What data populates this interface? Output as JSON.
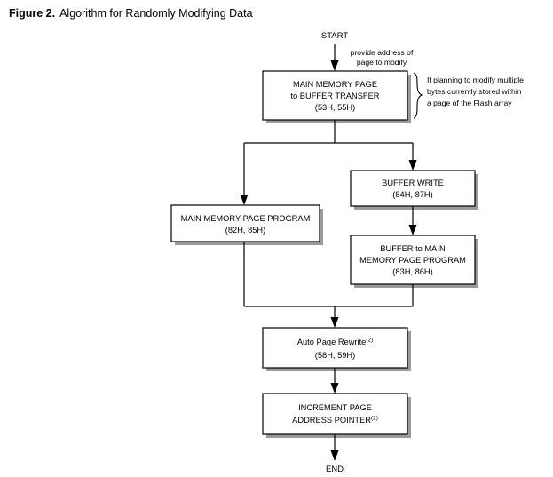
{
  "figure": {
    "label": "Figure 2.",
    "caption": "Algorithm for Randomly Modifying Data"
  },
  "terminals": {
    "start": "START",
    "end": "END"
  },
  "annotations": {
    "entry_note_line1": "provide address of",
    "entry_note_line2": "page to modify",
    "brace_note_line1": "If planning to modify multiple",
    "brace_note_line2": "bytes currently stored within",
    "brace_note_line3": "a page of the Flash array"
  },
  "nodes": {
    "main_memory_page_to_buffer_transfer": {
      "line1": "MAIN MEMORY PAGE",
      "line2": "to BUFFER TRANSFER",
      "line3": "(53H, 55H)"
    },
    "buffer_write": {
      "line1": "BUFFER WRITE",
      "line2": "(84H, 87H)"
    },
    "main_memory_page_program": {
      "line1": "MAIN MEMORY PAGE PROGRAM",
      "line2": "(82H, 85H)"
    },
    "buffer_to_main_memory_page_program": {
      "line1": "BUFFER to MAIN",
      "line2": "MEMORY PAGE PROGRAM",
      "line3": "(83H, 86H)"
    },
    "auto_page_rewrite": {
      "line1": "Auto Page Rewrite",
      "line1_sup": "(2)",
      "line2": "(58H, 59H)"
    },
    "increment_page_address_pointer": {
      "line1": "INCREMENT PAGE",
      "line2": "ADDRESS POINTER",
      "line2_sup": "(2)"
    }
  },
  "colors": {
    "background": "#ffffff",
    "stroke": "#000000",
    "shadow": "#9a9a9a",
    "text": "#000000"
  }
}
